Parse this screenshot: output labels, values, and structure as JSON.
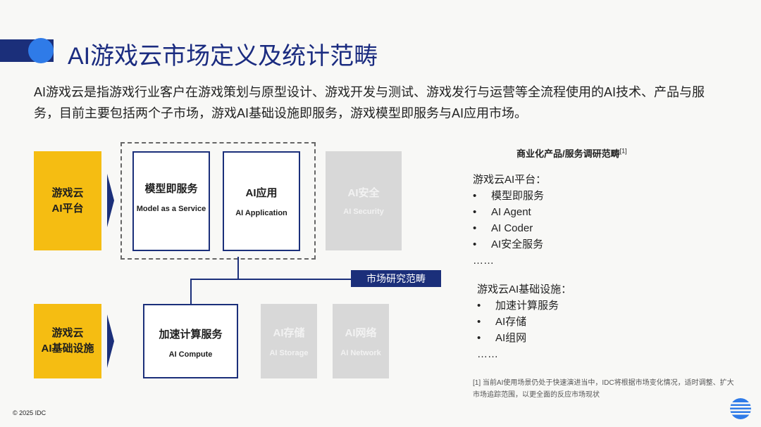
{
  "title": "AI游戏云市场定义及统计范畴",
  "intro": "AI游戏云是指游戏行业客户在游戏策划与原型设计、游戏开发与测试、游戏发行与运营等全流程使用的AI技术、产品与服务，目前主要包括两个子市场，游戏AI基础设施即服务，游戏模型即服务与AI应用市场。",
  "diagram": {
    "platform": {
      "line1": "游戏云",
      "line2": "AI平台"
    },
    "infra": {
      "line1": "游戏云",
      "line2": "AI基础设施"
    },
    "model": {
      "zh": "模型即服务",
      "en": "Model as a Service"
    },
    "app": {
      "zh": "AI应用",
      "en": "AI Application"
    },
    "security": {
      "zh": "AI安全",
      "en": "AI Security"
    },
    "compute": {
      "zh": "加速计算服务",
      "en": "AI Compute"
    },
    "storage": {
      "zh": "AI存储",
      "en": "AI Storage"
    },
    "network": {
      "zh": "AI网络",
      "en": "AI Network"
    },
    "tag": "市场研究范畴"
  },
  "right_panel": {
    "title": "商业化产品/服务调研范畴",
    "title_ref": "[1]",
    "platform_heading": "游戏云AI平台：",
    "platform_items": [
      "模型即服务",
      "AI Agent",
      "AI Coder",
      "AI安全服务"
    ],
    "platform_more": "……",
    "infra_heading": "游戏云AI基础设施：",
    "infra_items": [
      "加速计算服务",
      "AI存储",
      "AI组网"
    ],
    "infra_more": "……",
    "bullet": "•"
  },
  "footnote": "[1] 当前AI使用场景仍处于快速演进当中，IDC将根据市场变化情况，适时调整、扩大市场追踪范围，以更全面的反应市场现状",
  "copyright": "© 2025 IDC",
  "colors": {
    "navy": "#1b2f7a",
    "blue": "#2f7be8",
    "yellow": "#f5bd12",
    "gray": "#d8d8d8"
  }
}
